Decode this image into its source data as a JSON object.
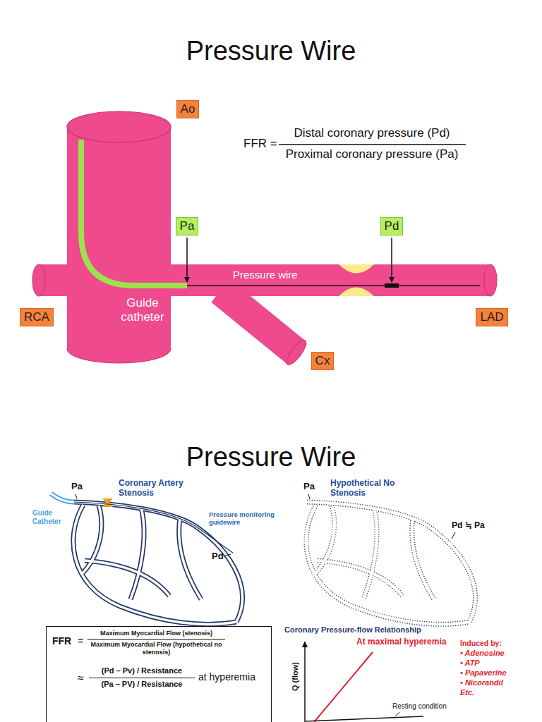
{
  "diagram": {
    "title": "Pressure Wire",
    "nodes": [
      {
        "text": [
          "Ao"
        ]
      },
      {
        "text": [
          "Pa"
        ]
      },
      {
        "text": [
          "Pd"
        ]
      },
      {
        "text": [
          "RCA"
        ]
      },
      {
        "text": [
          "LAD"
        ]
      },
      {
        "text": [
          "Cx"
        ]
      },
      {
        "text": [
          "FFR",
          "=",
          "Maximum Myocardial Flow (stenosis)",
          "Maximum Myocardial Flow (hypothetical no stenosis)",
          "≈",
          "(Pd – Pv) / Resistance",
          "(Pa – PV) / Resistance",
          "at hyperemia"
        ]
      }
    ],
    "labels": [
      "FFR =",
      "Distal coronary pressure (Pd)",
      "Proximal coronary pressure (Pa)",
      "Pressure wire",
      "Guide catheter",
      "Pressure Wire",
      "Pa",
      "Guide Catheter",
      "Coronary Artery Stenosis",
      "Pressure monitoring guidewire",
      "Pd",
      "Pa",
      "Hypothetical No Stenosis",
      "Pd ≒ Pa",
      "Coronary Pressure-flow Relationship",
      "Q (flow)",
      "At maximal hyperemia",
      "Induced by:",
      "• Adenosine",
      "• ATP",
      "• Papaverine",
      "• Nicorandil",
      "Etc.",
      "Resting condition"
    ]
  }
}
